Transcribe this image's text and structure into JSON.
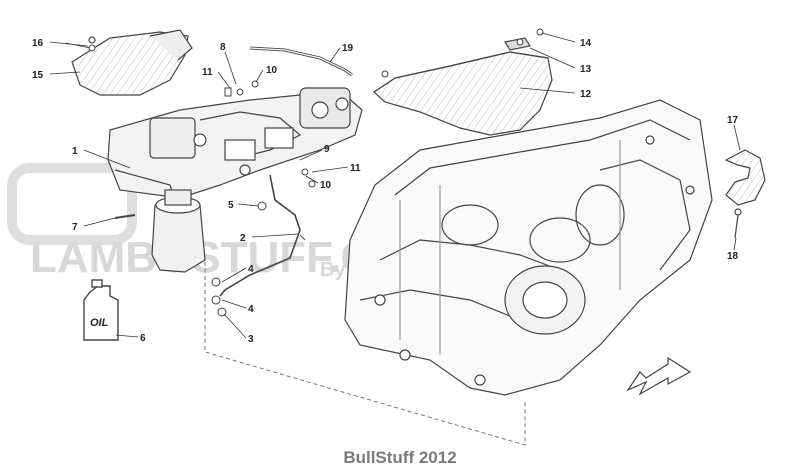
{
  "footer": "BullStuff 2012",
  "watermark": {
    "main": "LAMBOSTUFF.COM",
    "sub": "By BullStuff"
  },
  "oil_can_text": "OIL",
  "callouts": {
    "c1": "1",
    "c2": "2",
    "c3": "3",
    "c4a": "4",
    "c4b": "4",
    "c5": "5",
    "c6": "6",
    "c7": "7",
    "c8": "8",
    "c9": "9",
    "c10a": "10",
    "c10b": "10",
    "c11a": "11",
    "c11b": "11",
    "c12": "12",
    "c13": "13",
    "c14": "14",
    "c15": "15",
    "c16": "16",
    "c17": "17",
    "c18": "18",
    "c19": "19"
  },
  "colors": {
    "line": "#333333",
    "watermark": "#d8d8d8",
    "footer": "#7a7a7a"
  }
}
